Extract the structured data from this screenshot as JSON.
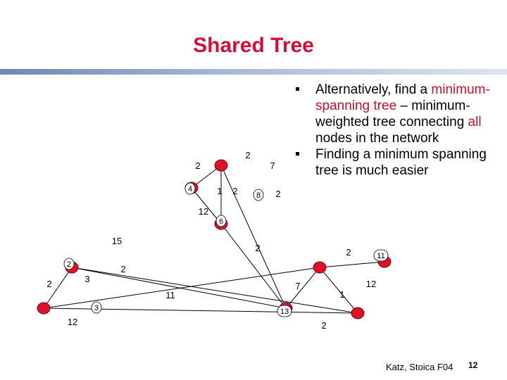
{
  "slide": {
    "title": "Shared Tree",
    "footer": "Katz, Stoica F04",
    "page_number": "12"
  },
  "bullets": [
    [
      {
        "text": "Alternatively, find a ",
        "hl": false
      },
      {
        "text": "minimum-spanning tree",
        "hl": true
      },
      {
        "text": " – minimum-weighted tree connecting ",
        "hl": false
      },
      {
        "text": "all",
        "hl": true
      },
      {
        "text": " nodes in the network",
        "hl": false
      }
    ],
    [
      {
        "text": "Finding a minimum spanning tree is much easier",
        "hl": false
      }
    ]
  ],
  "colors": {
    "title": "#d0103a",
    "node_fill": "#e0102a",
    "node_stroke": "#6a0a10",
    "edge": "#000000"
  },
  "graph": {
    "nodes": [
      {
        "id": "A"
      },
      {
        "id": "B"
      },
      {
        "id": "C"
      },
      {
        "id": "D"
      },
      {
        "id": "E"
      },
      {
        "id": "F"
      },
      {
        "id": "G"
      },
      {
        "id": "H"
      },
      {
        "id": "I"
      }
    ],
    "edges": [
      {
        "from": "A",
        "to": "B"
      },
      {
        "from": "A",
        "to": "C"
      },
      {
        "from": "A",
        "to": "E"
      },
      {
        "from": "B",
        "to": "C"
      },
      {
        "from": "C",
        "to": "E"
      },
      {
        "from": "D",
        "to": "E"
      },
      {
        "from": "D",
        "to": "F"
      },
      {
        "from": "D",
        "to": "G"
      },
      {
        "from": "E",
        "to": "H"
      },
      {
        "from": "F",
        "to": "G"
      },
      {
        "from": "F",
        "to": "H"
      },
      {
        "from": "G",
        "to": "H"
      },
      {
        "from": "H",
        "to": "I"
      }
    ],
    "labels": [
      "2",
      "2",
      "7",
      "4",
      "1",
      "2",
      "8",
      "2",
      "12",
      "6",
      "15",
      "2",
      "2",
      "11",
      "2",
      "2",
      "3",
      "2",
      "12",
      "7",
      "11",
      "1",
      "3",
      "13",
      "12",
      "2"
    ]
  }
}
